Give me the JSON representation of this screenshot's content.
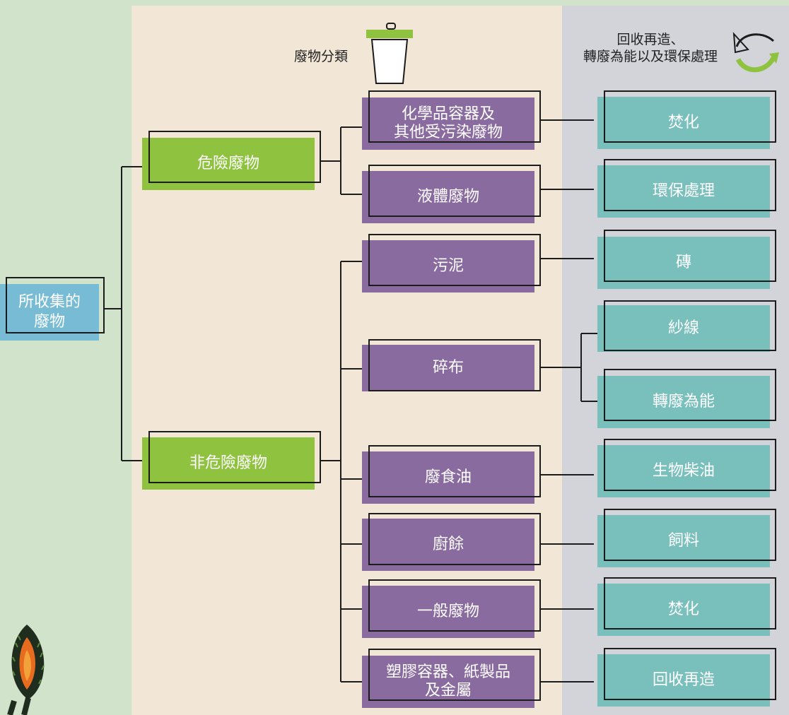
{
  "source": {
    "label": "所收集的\n廢物"
  },
  "header": {
    "classification_label": "廢物分類",
    "processing_label": "回收再造、\n轉廢為能以及環保處理"
  },
  "categories": [
    {
      "label": "危險廢物"
    },
    {
      "label": "非危險廢物"
    }
  ],
  "waste_types": [
    {
      "label": "化學品容器及\n其他受污染廢物"
    },
    {
      "label": "液體廢物"
    },
    {
      "label": "污泥"
    },
    {
      "label": "碎布"
    },
    {
      "label": "廢食油"
    },
    {
      "label": "廚餘"
    },
    {
      "label": "一般廢物"
    },
    {
      "label": "塑膠容器、紙製品\n及金屬"
    }
  ],
  "outcomes": [
    {
      "label": "焚化"
    },
    {
      "label": "環保處理"
    },
    {
      "label": "磚"
    },
    {
      "label": "紗線"
    },
    {
      "label": "轉廢為能"
    },
    {
      "label": "生物柴油"
    },
    {
      "label": "飼料"
    },
    {
      "label": "焚化"
    },
    {
      "label": "回收再造"
    }
  ],
  "colors": {
    "source": "#77bcd4",
    "category": "#8ec23f",
    "waste_type": "#8a6b9f",
    "outcome": "#79c0bd",
    "connector": "#1c1c1c"
  }
}
